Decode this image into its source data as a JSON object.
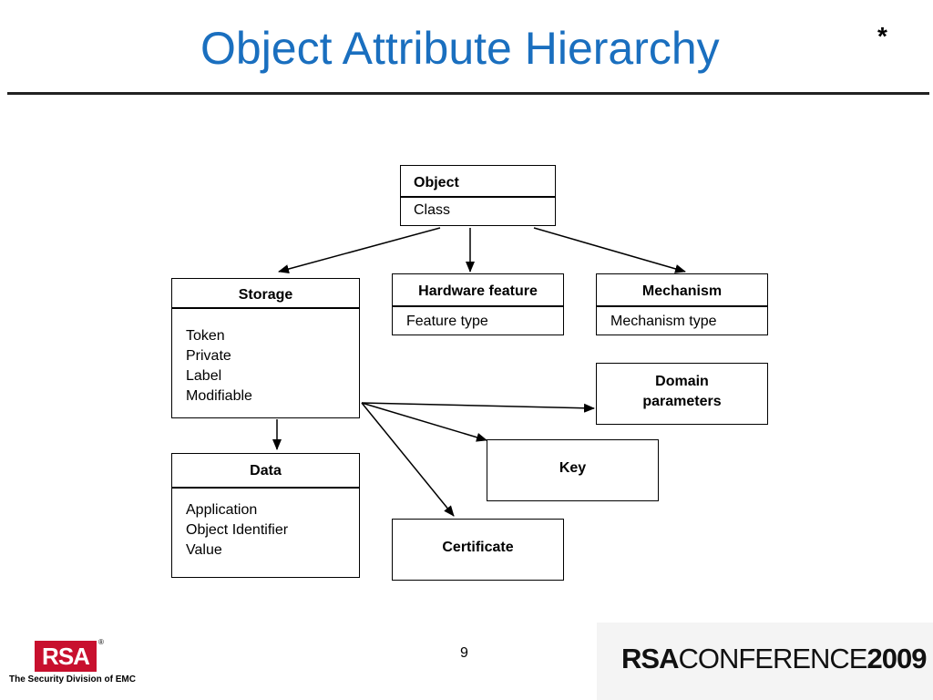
{
  "slide": {
    "title": "Object Attribute Hierarchy",
    "marker": "*",
    "page_number": "9"
  },
  "diagram": {
    "object": {
      "title": "Object",
      "fields": [
        "Class"
      ]
    },
    "storage": {
      "title": "Storage",
      "fields": [
        "Token",
        "Private",
        "Label",
        "Modifiable"
      ]
    },
    "hardware_feature": {
      "title": "Hardware feature",
      "fields": [
        "Feature type"
      ]
    },
    "mechanism": {
      "title": "Mechanism",
      "fields": [
        "Mechanism type"
      ]
    },
    "domain_parameters": {
      "title_line1": "Domain",
      "title_line2": "parameters"
    },
    "key": {
      "title": "Key"
    },
    "data": {
      "title": "Data",
      "fields": [
        "Application",
        "Object Identifier",
        "Value"
      ]
    },
    "certificate": {
      "title": "Certificate"
    },
    "edges": [
      {
        "from": "Object",
        "to": "Storage"
      },
      {
        "from": "Object",
        "to": "Hardware feature"
      },
      {
        "from": "Object",
        "to": "Mechanism"
      },
      {
        "from": "Storage",
        "to": "Data"
      },
      {
        "from": "Storage",
        "to": "Domain parameters"
      },
      {
        "from": "Storage",
        "to": "Key"
      },
      {
        "from": "Storage",
        "to": "Certificate"
      }
    ]
  },
  "footer": {
    "rsa_logo": "RSA",
    "rsa_registered": "®",
    "tagline": "The Security Division of EMC",
    "conference_prefix": "RSA",
    "conference_word": "CONFERENCE",
    "conference_year": "2009"
  },
  "colors": {
    "title": "#1a6fbf",
    "rsa_red": "#c8102e"
  }
}
